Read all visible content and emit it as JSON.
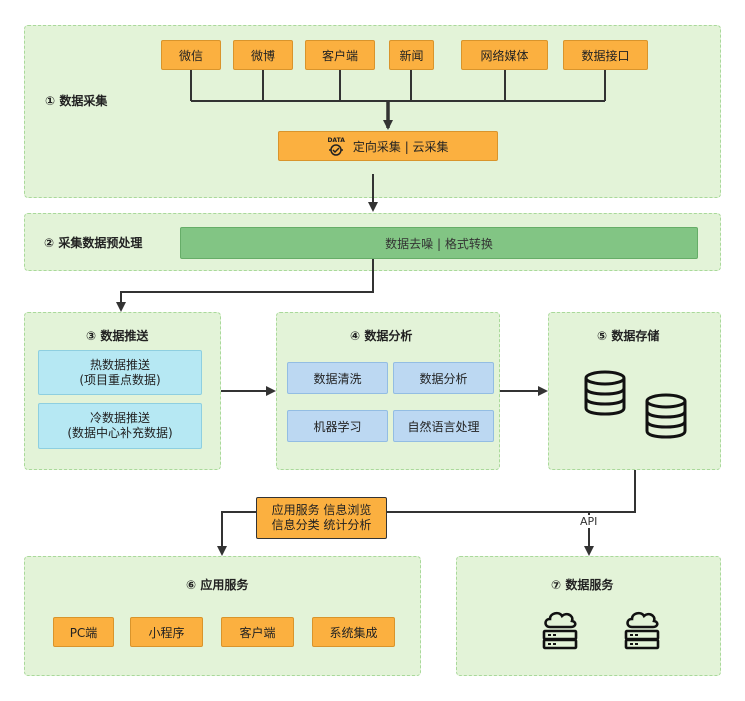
{
  "section1": {
    "title": "① 数据采集",
    "sources": [
      "微信",
      "微博",
      "客户端",
      "新闻",
      "网络媒体",
      "数据接口"
    ],
    "collector_label": "定向采集 | 云采集",
    "collector_icon_text": "DATA"
  },
  "section2": {
    "title": "② 采集数据预处理",
    "bar_label": "数据去噪 | 格式转换"
  },
  "section3": {
    "title": "③ 数据推送",
    "hot_line1": "热数据推送",
    "hot_line2": "(项目重点数据)",
    "cold_line1": "冷数据推送",
    "cold_line2": "(数据中心补充数据)"
  },
  "section4": {
    "title": "④ 数据分析",
    "items": [
      "数据清洗",
      "数据分析",
      "机器学习",
      "自然语言处理"
    ]
  },
  "section5": {
    "title": "⑤ 数据存储"
  },
  "callout": {
    "line1": "应用服务 信息浏览",
    "line2": "信息分类 统计分析"
  },
  "api_label": "API",
  "section6": {
    "title": "⑥ 应用服务",
    "items": [
      "PC端",
      "小程序",
      "客户端",
      "系统集成"
    ]
  },
  "section7": {
    "title": "⑦ 数据服务"
  }
}
